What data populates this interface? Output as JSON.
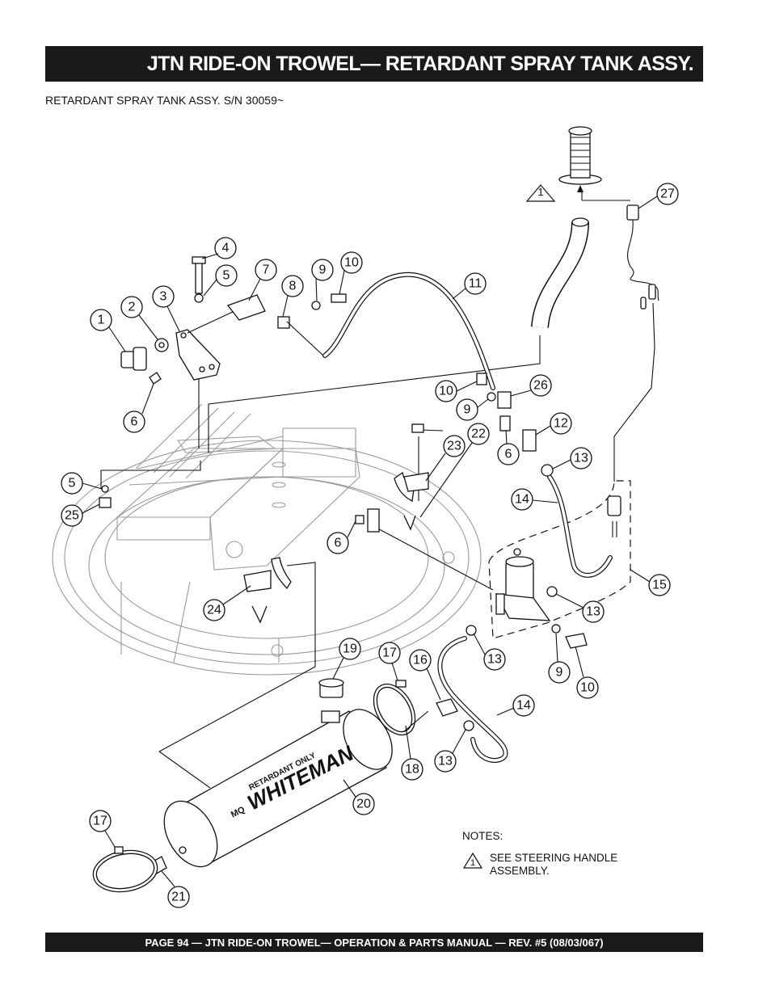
{
  "header": {
    "title": "JTN RIDE-ON TROWEL— RETARDANT SPRAY TANK ASSY."
  },
  "subtitle": "RETARDANT SPRAY TANK ASSY. S/N 30059~",
  "diagram": {
    "tank_label_small": "RETARDANT ONLY",
    "tank_label_brand": "WHITEMAN",
    "tank_logo": "MQ",
    "reference_triangle": "1",
    "callouts": [
      "27",
      "4",
      "5",
      "7",
      "9",
      "10",
      "8",
      "2",
      "3",
      "1",
      "11",
      "6",
      "10",
      "9",
      "26",
      "12",
      "6",
      "13",
      "23",
      "22",
      "5",
      "25",
      "6",
      "14",
      "13",
      "15",
      "24",
      "13",
      "9",
      "10",
      "19",
      "17",
      "16",
      "14",
      "18",
      "13",
      "20",
      "17",
      "21"
    ]
  },
  "notes": {
    "heading": "NOTES:",
    "items": [
      {
        "marker": "1",
        "text": "SEE STEERING HANDLE ASSEMBLY."
      }
    ]
  },
  "footer": {
    "text": "PAGE 94 — JTN RIDE-ON TROWEL—  OPERATION & PARTS MANUAL — REV. #5 (08/03/067)"
  }
}
